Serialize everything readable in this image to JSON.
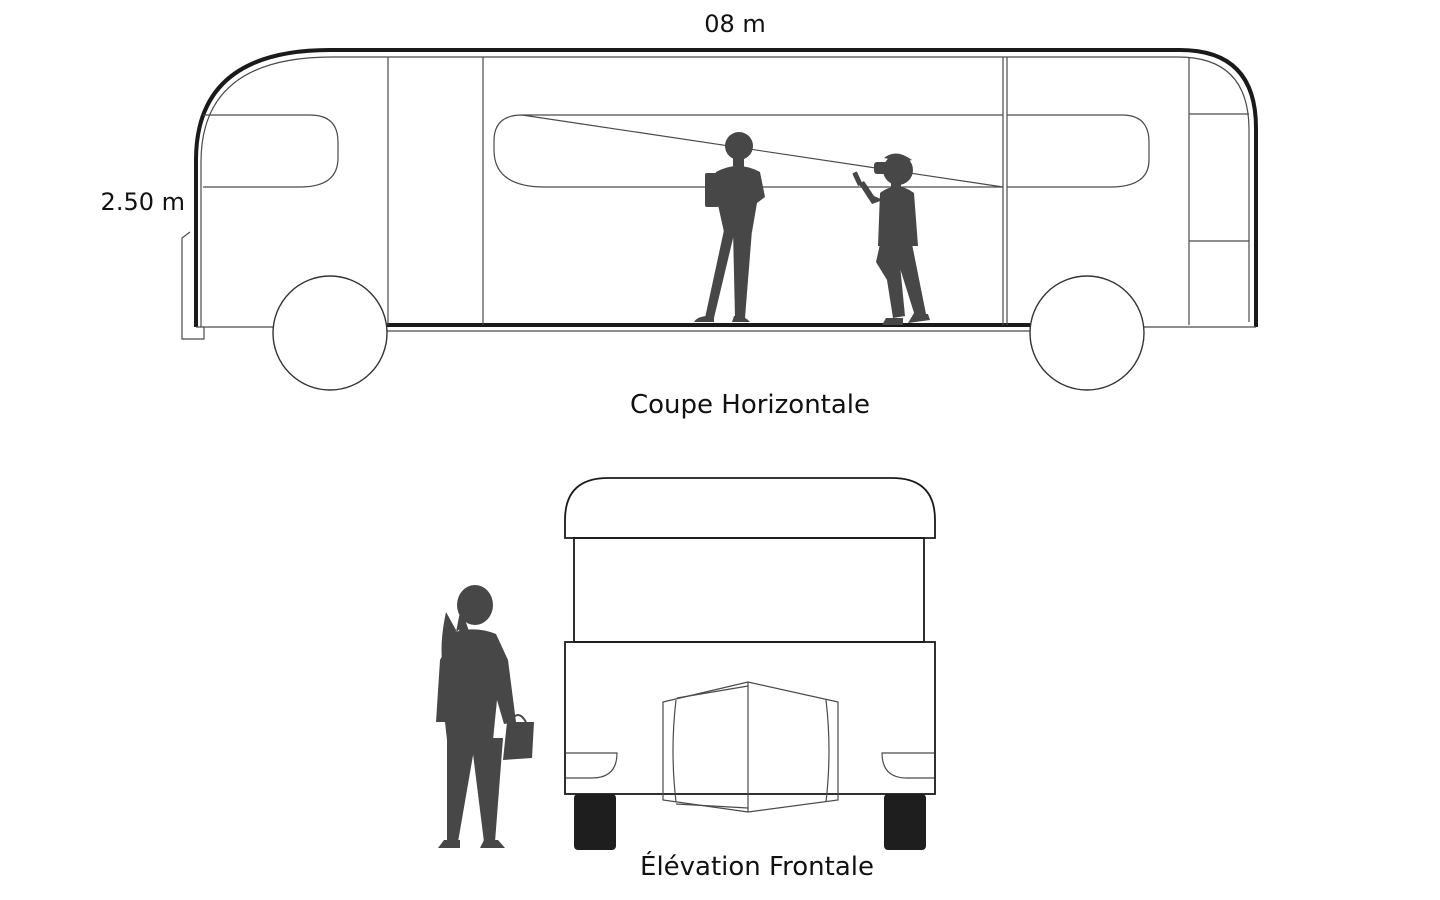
{
  "labels": {
    "length": "08 m",
    "height": "2.50 m",
    "section_title": "Coupe Horizontale",
    "elevation_title": "Élévation Frontale"
  },
  "colors": {
    "outline": "#1a1a1a",
    "thin_line": "#4a4a4a",
    "silhouette": "#474747",
    "tyre": "#1e1e1e",
    "background": "#ffffff"
  }
}
